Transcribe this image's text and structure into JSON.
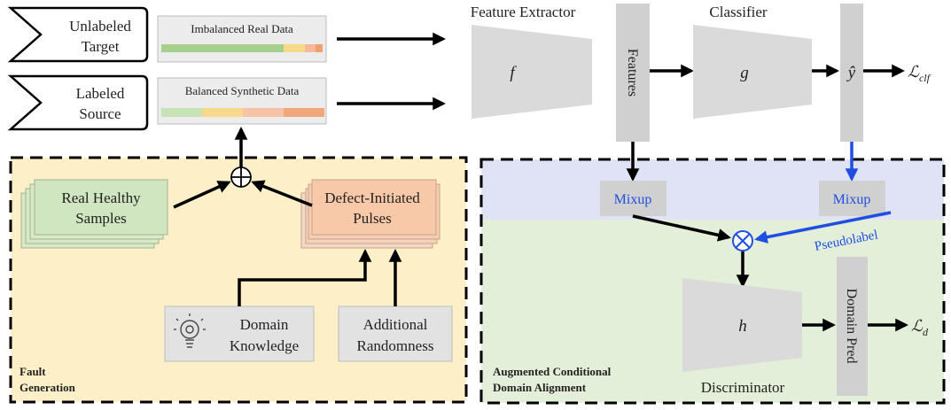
{
  "inputs": {
    "unlabeled_target": [
      "Unlabeled",
      "Target"
    ],
    "labeled_source": [
      "Labeled",
      "Source"
    ]
  },
  "data_bars": {
    "real": "Imbalanced Real Data",
    "synthetic": "Balanced Synthetic Data"
  },
  "extractor": {
    "title": "Feature Extractor",
    "symbol": "f"
  },
  "features_label": "Features",
  "classifier": {
    "title": "Classifier",
    "symbol": "g"
  },
  "prediction_symbol": "ŷ",
  "loss_clf": {
    "main": "ℒ",
    "sub": "clf"
  },
  "fault_generation": {
    "title": [
      "Fault",
      "Generation"
    ],
    "real_healthy": [
      "Real Healthy",
      "Samples"
    ],
    "defect_pulses": [
      "Defect-Initiated",
      "Pulses"
    ],
    "domain_knowledge": [
      "Domain",
      "Knowledge"
    ],
    "randomness": [
      "Additional",
      "Randomness"
    ]
  },
  "alignment": {
    "title": [
      "Augmented Conditional",
      "Domain Alignment"
    ],
    "mixup_left": "Mixup",
    "mixup_right": "Mixup",
    "pseudolabel": "Pseudolabel",
    "discriminator_symbol": "h",
    "discriminator_label": "Discriminator",
    "domain_pred": "Domain Pred"
  },
  "loss_d": {
    "main": "ℒ",
    "sub": "d"
  },
  "colors": {
    "fault_bg": "#fdf0c8",
    "mixup_band": "#dfe3f5",
    "align_bg": "#e3efd9",
    "healthy": "#cfe6c0",
    "defect": "#f8c9a8",
    "gray": "#d0d0d0",
    "trapezoid": "#dadada",
    "blue": "#1f4fe0"
  }
}
